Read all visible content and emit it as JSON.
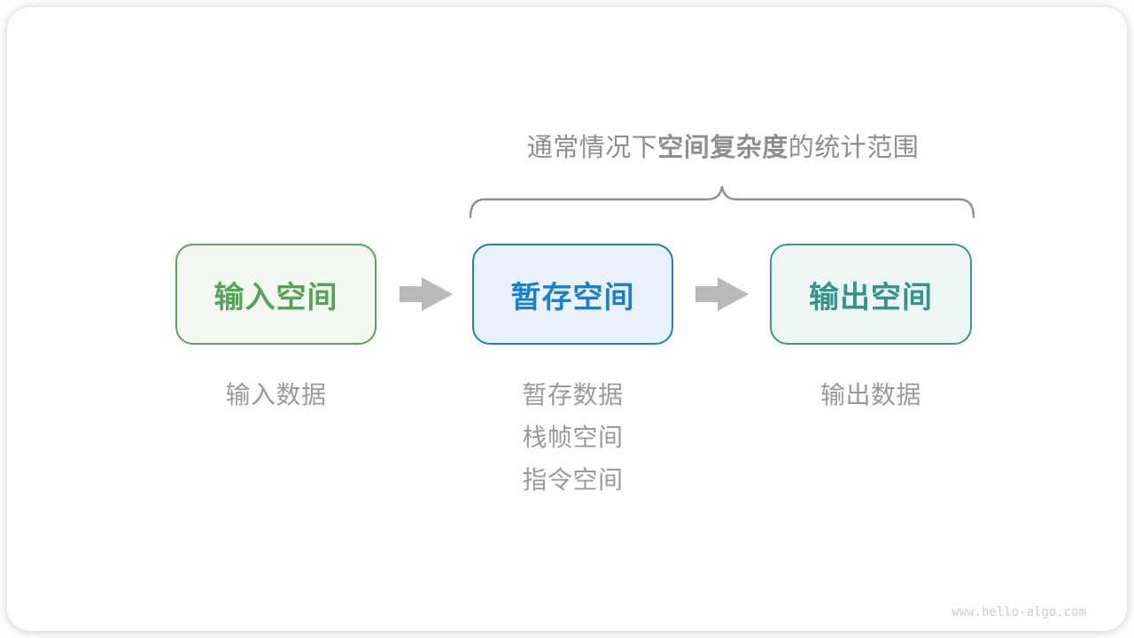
{
  "title": {
    "prefix": "通常情况下",
    "emphasis": "空间复杂度",
    "suffix": "的统计范围"
  },
  "boxes": [
    {
      "label": "输入空间",
      "border_color": "#5ea05d",
      "fill_color": "#f3f8f0",
      "text_color": "#55a356"
    },
    {
      "label": "暂存空间",
      "border_color": "#1d7fc6",
      "fill_color": "#e9f2fb",
      "text_color": "#1a80c9"
    },
    {
      "label": "输出空间",
      "border_color": "#3f968c",
      "fill_color": "#eef6f3",
      "text_color": "#35948a"
    }
  ],
  "notes": {
    "input": "输入数据",
    "temp": [
      "暂存数据",
      "栈帧空间",
      "指令空间"
    ],
    "output": "输出数据"
  },
  "watermark": "www.hello-algo.com",
  "colors": {
    "card_bg": "#ffffff",
    "title_text": "#8e8e8e",
    "note_text": "#9a9a9a",
    "brace": "#8f8f8f",
    "arrow": "#b9b9b9",
    "watermark_text": "#cccccc"
  }
}
